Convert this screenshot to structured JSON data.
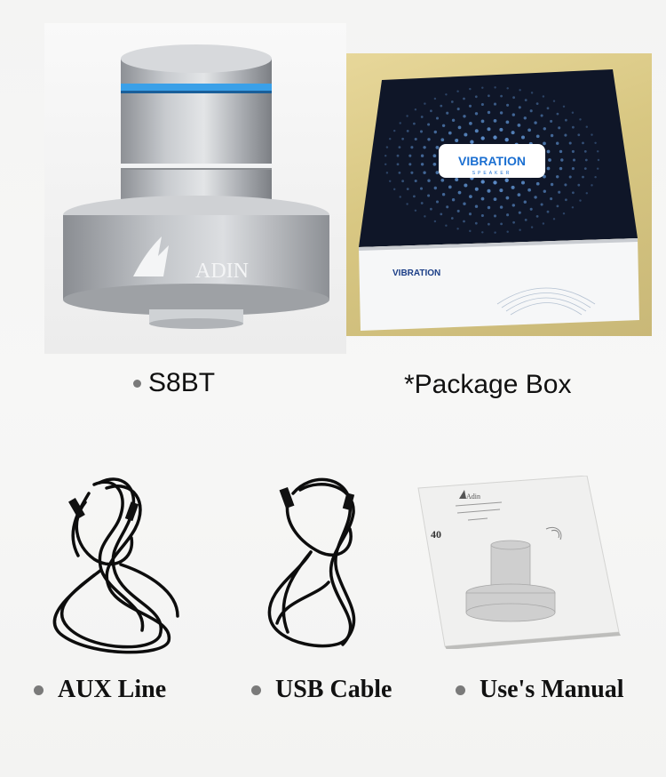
{
  "items": {
    "speaker": {
      "caption": "S8BT",
      "brand": "ADIN"
    },
    "box": {
      "caption": "*Package Box",
      "box_logo": "VIBRATION",
      "box_logo_sub": "SPEAKER"
    },
    "aux": {
      "caption": "AUX Line"
    },
    "usb": {
      "caption": "USB Cable"
    },
    "manual": {
      "caption": "Use's Manual",
      "manual_logo": "Adin",
      "manual_number": "40"
    }
  },
  "colors": {
    "speaker_ring": "#3aa0e8",
    "cable": "#0d0d0d",
    "box_accent": "#1b6fd1",
    "box_dark": "#0f1628"
  }
}
